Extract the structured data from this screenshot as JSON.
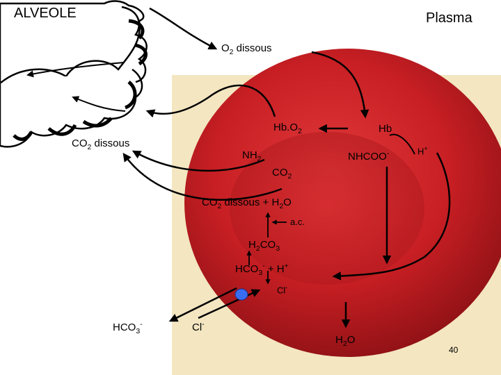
{
  "titles": {
    "alveole": "ALVEOLE",
    "plasma": "Plasma"
  },
  "labels": {
    "o2_dissous": "O",
    "o2_dissous_sub": "2",
    "o2_dissous_rest": " dissous",
    "hbo2": "Hb.O",
    "hbo2_sub": "2",
    "hb": "Hb",
    "co2_dissous_left": "CO",
    "co2_dissous_left_sub": "2",
    "co2_dissous_left_rest": " dissous",
    "nh2": "NH",
    "nh2_sub": "2",
    "nhcoo": "NHCOO",
    "nhcoo_sup": "-",
    "h_plus_top": "H",
    "h_plus_top_sup": "+",
    "co2_inner": "CO",
    "co2_inner_sub": "2",
    "reaction_co2": "CO",
    "reaction_co2_sub": "2",
    "reaction_mid": " dissous + H",
    "reaction_h2o_sub": "2",
    "reaction_o": "O",
    "ac": "a.c.",
    "h2co3_h": "H",
    "h2co3_h_sub": "2",
    "h2co3_co": "CO",
    "h2co3_co_sub": "3",
    "hco3_inner": "HCO",
    "hco3_inner_sub": "3",
    "hco3_inner_sup": "-",
    "hco3_inner_rest": " + H",
    "hco3_inner_rest_sup": "+",
    "cl_inner": "Cl",
    "cl_inner_sup": "-",
    "hco3_out": "HCO",
    "hco3_out_sub": "3",
    "hco3_out_sup": "-",
    "cl_out": "Cl",
    "cl_out_sup": "-",
    "h2o_bottom_h": "H",
    "h2o_bottom_sub": "2",
    "h2o_bottom_o": "O"
  },
  "page_number": "40",
  "colors": {
    "cell_red": "#cc2226",
    "cell_dark": "#8e1216",
    "background_box": "#f3e6c1",
    "transporter": "#3a6cf0"
  }
}
